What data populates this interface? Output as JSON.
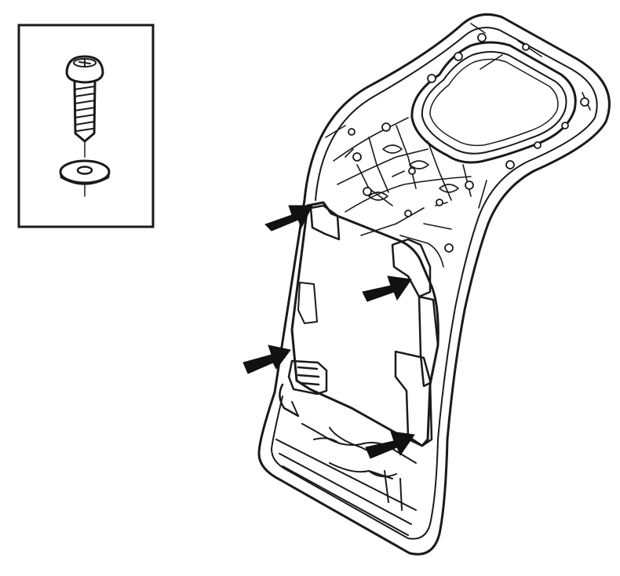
{
  "figure": {
    "inset": {
      "part": "screw-with-washer"
    },
    "main": {
      "part": "door-trim-panel",
      "component": "control-module-plate"
    },
    "arrows": {
      "count": 4,
      "color": "#111111"
    },
    "colors": {
      "line": "#1a1a1a",
      "panel_fill": "#c9c9c9",
      "background": "#ffffff"
    }
  }
}
